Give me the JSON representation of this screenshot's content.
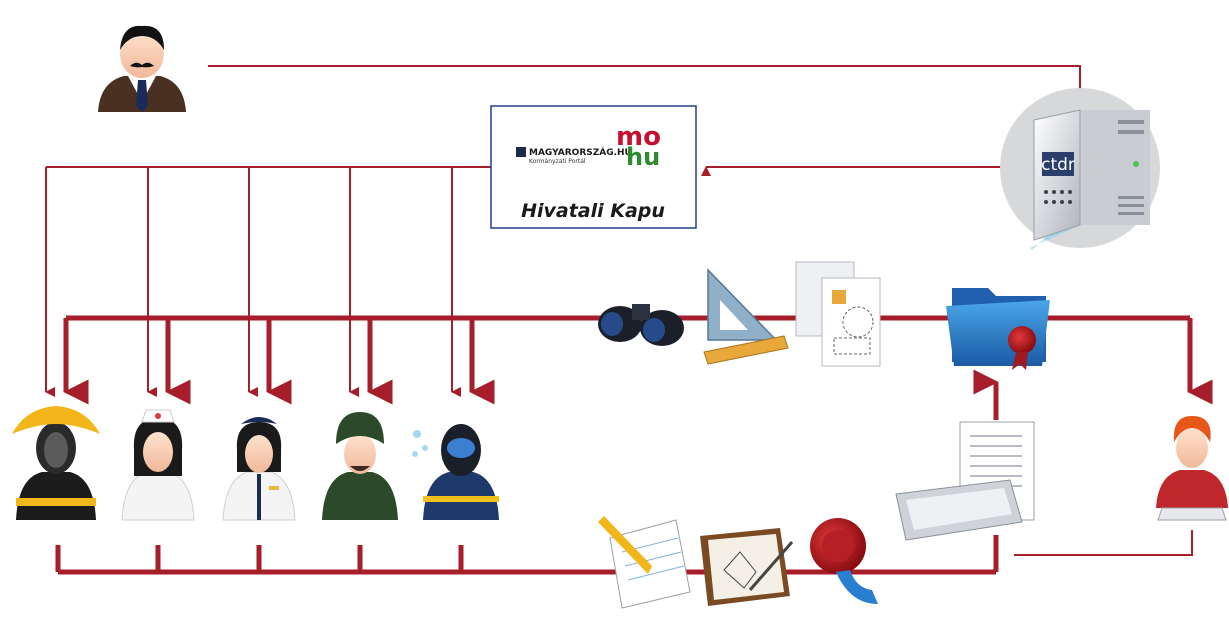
{
  "portal": {
    "logo_main": "MAGYARORSZÁG.HU",
    "logo_sub": "Kormányzati Portál",
    "logo_mo": "mo",
    "logo_hu": "hu",
    "title": "Hivatali Kapu"
  },
  "server": {
    "logo_text": "ctdr"
  },
  "colors": {
    "connector": "#a61e2a",
    "portal_border": "#1f3f8f",
    "server_circle": "#d7d8da",
    "folder_beam": "#7fd3ee"
  },
  "icons": {
    "citizen": "citizen-person-icon",
    "server": "server-computer-icon",
    "roles": [
      "firefighter-icon",
      "nurse-icon",
      "flight-attendant-icon",
      "soldier-icon",
      "diver-icon"
    ],
    "tools": [
      "binoculars-icon",
      "set-square-ruler-icon",
      "document-template-icon",
      "secure-folder-icon"
    ],
    "bottom": [
      "notepad-pencil-icon",
      "clipboard-sketch-icon",
      "wax-seal-icon",
      "keyboard-icon",
      "printout-document-icon"
    ],
    "operator": "operator-person-icon"
  }
}
